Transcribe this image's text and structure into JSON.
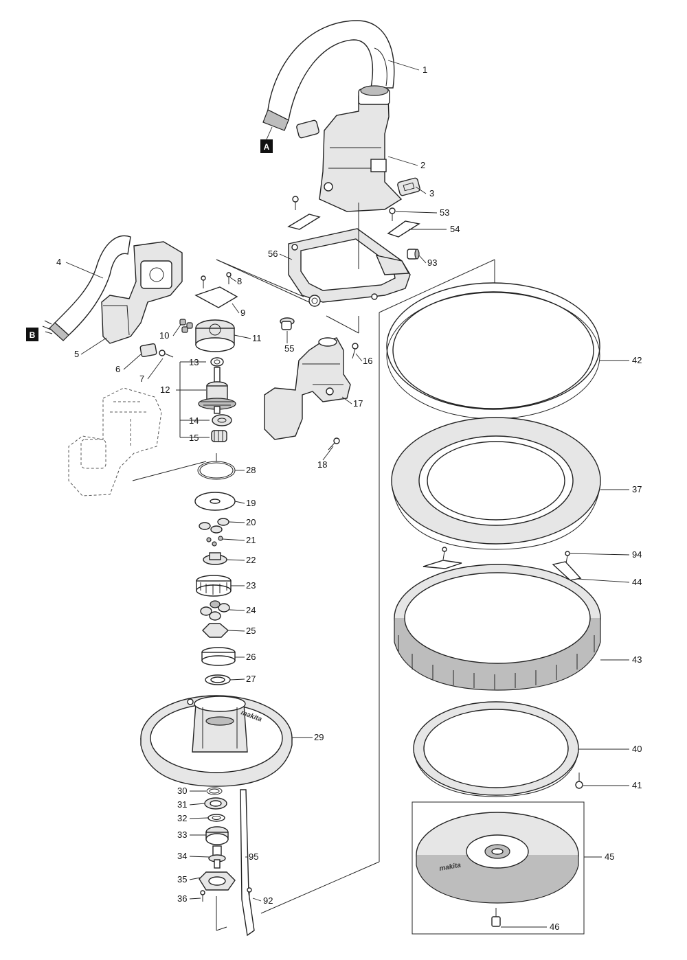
{
  "callouts": [
    {
      "id": "1",
      "text": "1"
    },
    {
      "id": "2",
      "text": "2"
    },
    {
      "id": "3",
      "text": "3"
    },
    {
      "id": "4",
      "text": "4"
    },
    {
      "id": "5",
      "text": "5"
    },
    {
      "id": "6",
      "text": "6"
    },
    {
      "id": "7",
      "text": "7"
    },
    {
      "id": "8",
      "text": "8"
    },
    {
      "id": "9",
      "text": "9"
    },
    {
      "id": "10",
      "text": "10"
    },
    {
      "id": "11",
      "text": "11"
    },
    {
      "id": "12",
      "text": "12"
    },
    {
      "id": "13",
      "text": "13"
    },
    {
      "id": "14",
      "text": "14"
    },
    {
      "id": "15",
      "text": "15"
    },
    {
      "id": "16",
      "text": "16"
    },
    {
      "id": "17",
      "text": "17"
    },
    {
      "id": "18",
      "text": "18"
    },
    {
      "id": "19",
      "text": "19"
    },
    {
      "id": "20",
      "text": "20"
    },
    {
      "id": "21",
      "text": "21"
    },
    {
      "id": "22",
      "text": "22"
    },
    {
      "id": "23",
      "text": "23"
    },
    {
      "id": "24",
      "text": "24"
    },
    {
      "id": "25",
      "text": "25"
    },
    {
      "id": "26",
      "text": "26"
    },
    {
      "id": "27",
      "text": "27"
    },
    {
      "id": "28",
      "text": "28"
    },
    {
      "id": "29",
      "text": "29"
    },
    {
      "id": "30",
      "text": "30"
    },
    {
      "id": "31",
      "text": "31"
    },
    {
      "id": "32",
      "text": "32"
    },
    {
      "id": "33",
      "text": "33"
    },
    {
      "id": "34",
      "text": "34"
    },
    {
      "id": "35",
      "text": "35"
    },
    {
      "id": "36",
      "text": "36"
    },
    {
      "id": "37",
      "text": "37"
    },
    {
      "id": "40",
      "text": "40"
    },
    {
      "id": "41",
      "text": "41"
    },
    {
      "id": "42",
      "text": "42"
    },
    {
      "id": "43",
      "text": "43"
    },
    {
      "id": "44",
      "text": "44"
    },
    {
      "id": "45",
      "text": "45"
    },
    {
      "id": "46",
      "text": "46"
    },
    {
      "id": "53",
      "text": "53"
    },
    {
      "id": "54",
      "text": "54"
    },
    {
      "id": "55",
      "text": "55"
    },
    {
      "id": "56",
      "text": "56"
    },
    {
      "id": "92",
      "text": "92"
    },
    {
      "id": "93",
      "text": "93"
    },
    {
      "id": "94",
      "text": "94"
    },
    {
      "id": "95",
      "text": "95"
    }
  ],
  "markers": {
    "a": "A",
    "b": "B"
  },
  "brand_text": "makita"
}
